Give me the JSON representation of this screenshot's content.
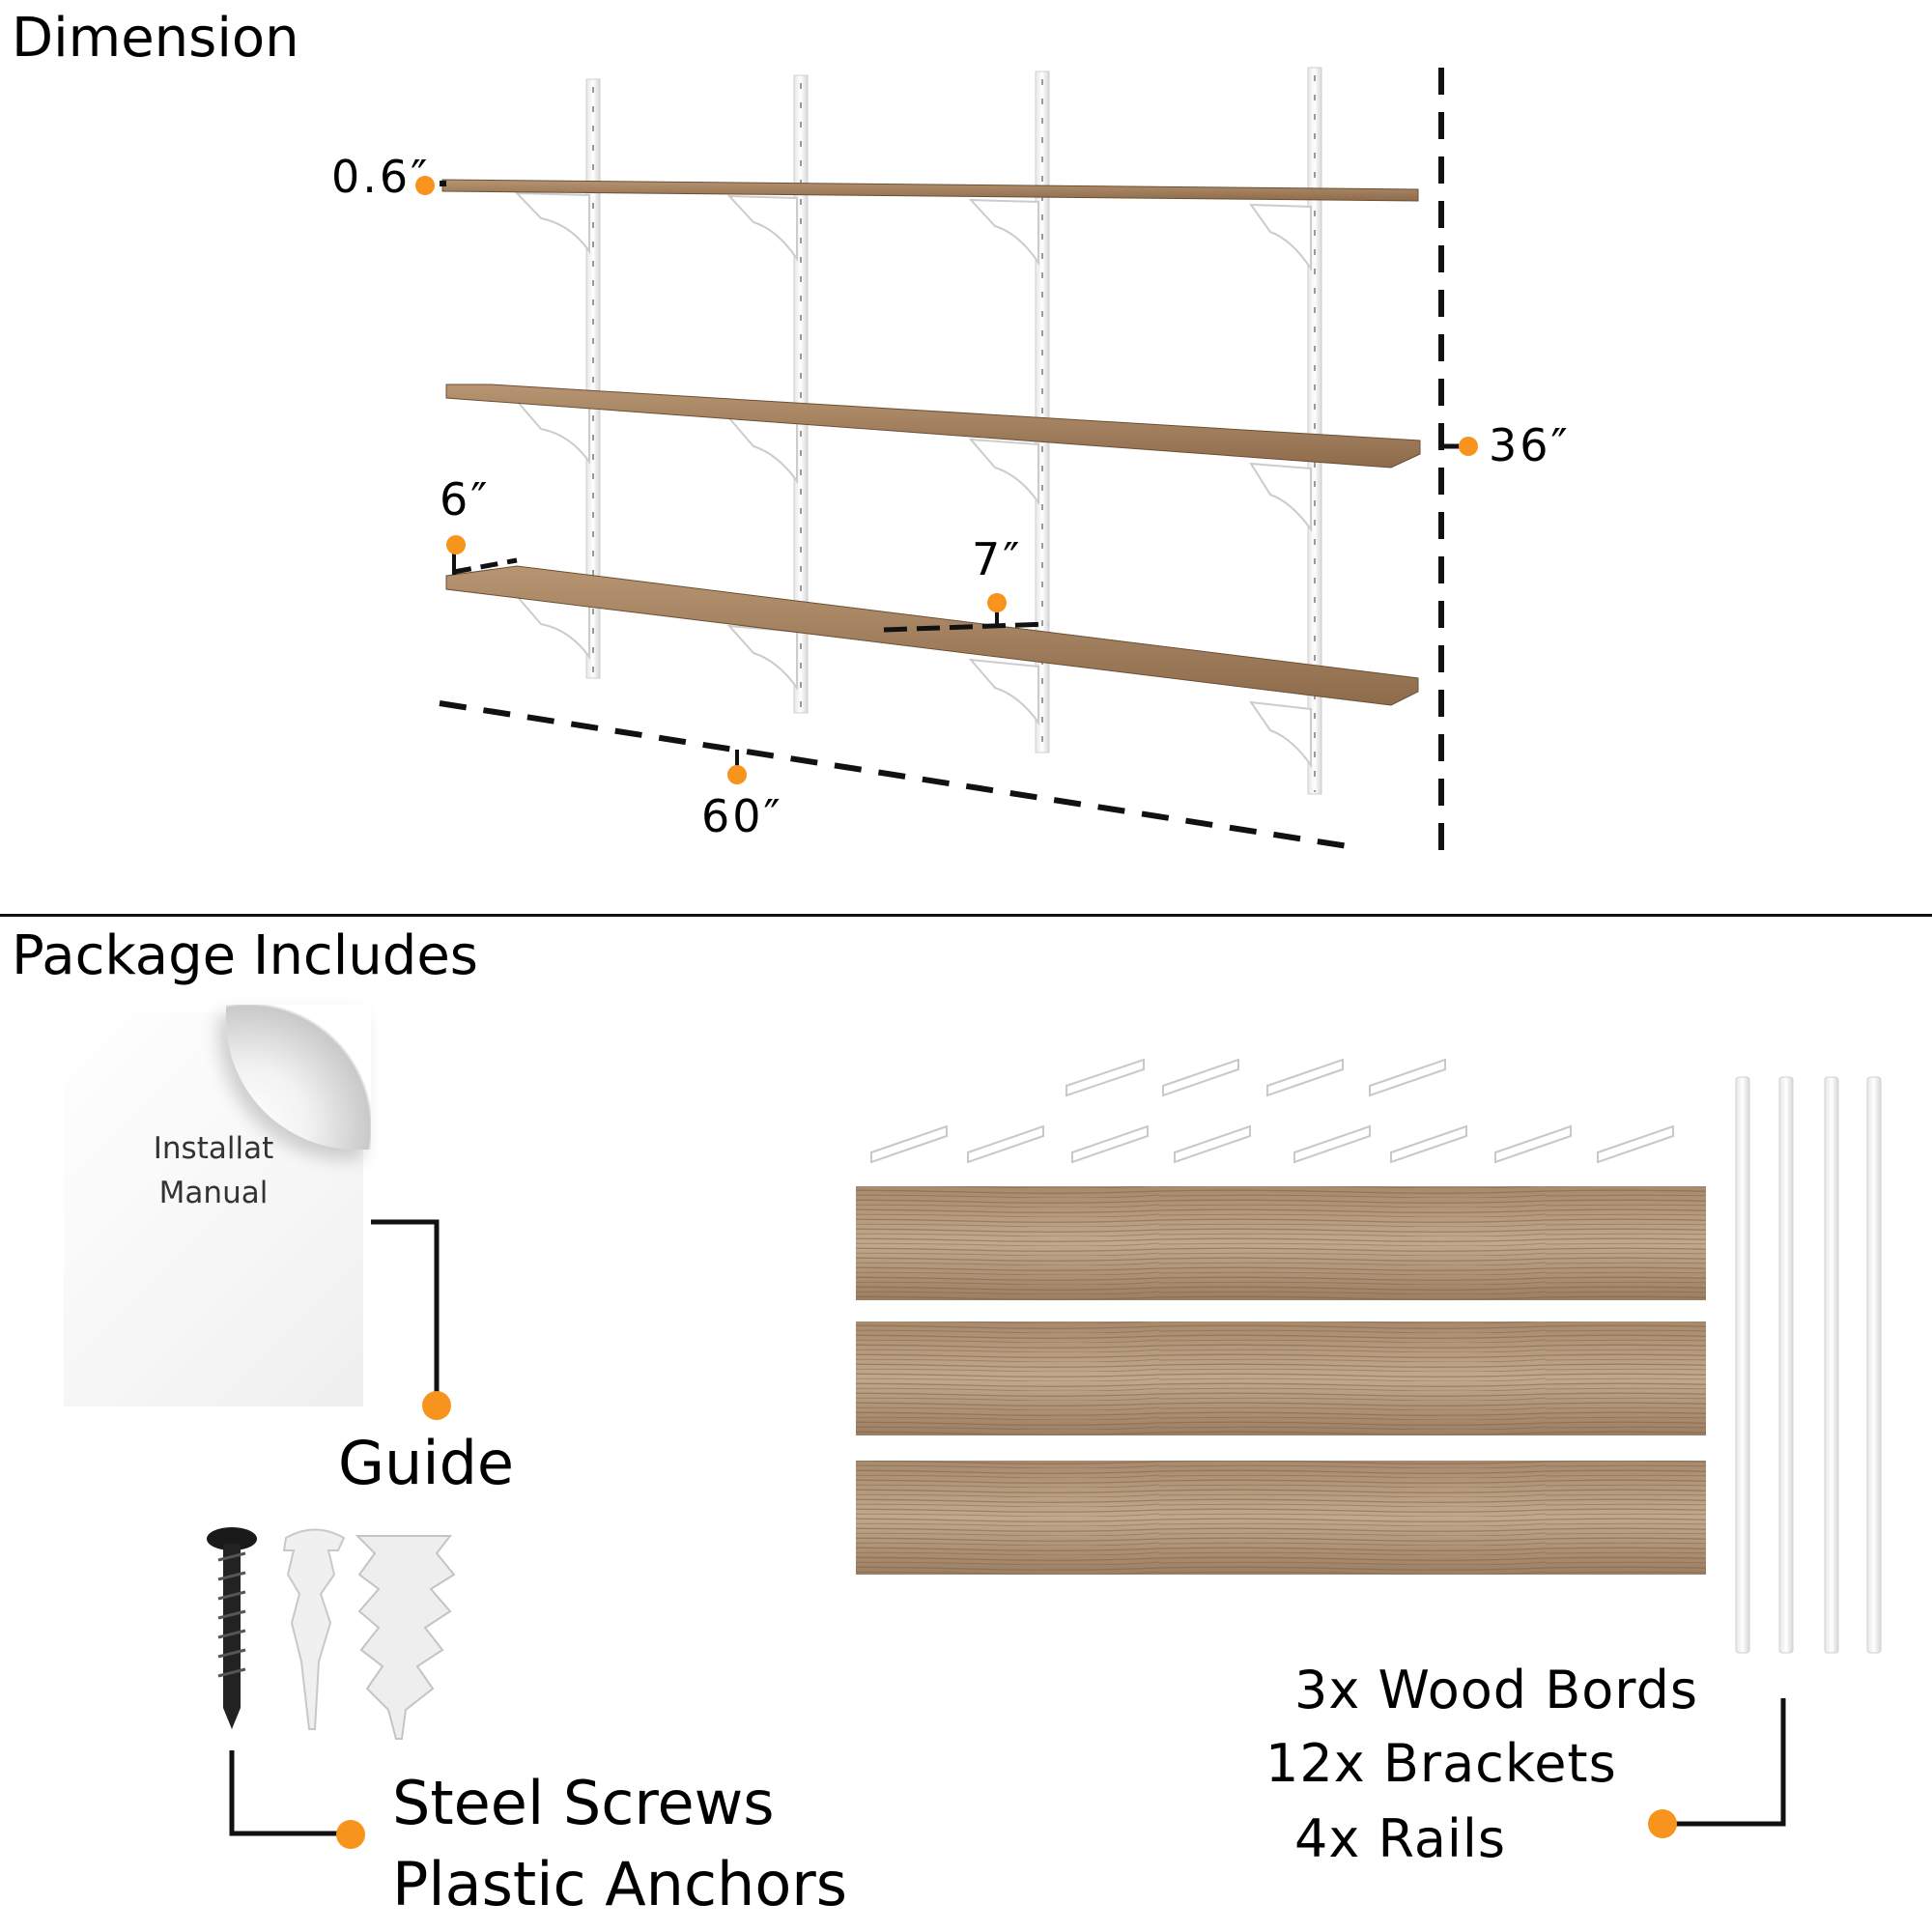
{
  "sections": {
    "dimension_title": "Dimension",
    "package_title": "Package Includes"
  },
  "dimensions": {
    "thickness": "0.6″",
    "height": "36″",
    "depth": "6″",
    "spacing": "7″",
    "width": "60″"
  },
  "package": {
    "manual_line1": "Installat",
    "manual_line2": "Manual",
    "guide": "Guide",
    "screws": "Steel Screws",
    "anchors": "Plastic Anchors",
    "boards": "3x Wood Bords",
    "brackets": "12x Brackets",
    "rails": "4x Rails"
  },
  "colors": {
    "accent": "#f7941d",
    "wood": "#a07a55",
    "line": "#111111"
  }
}
